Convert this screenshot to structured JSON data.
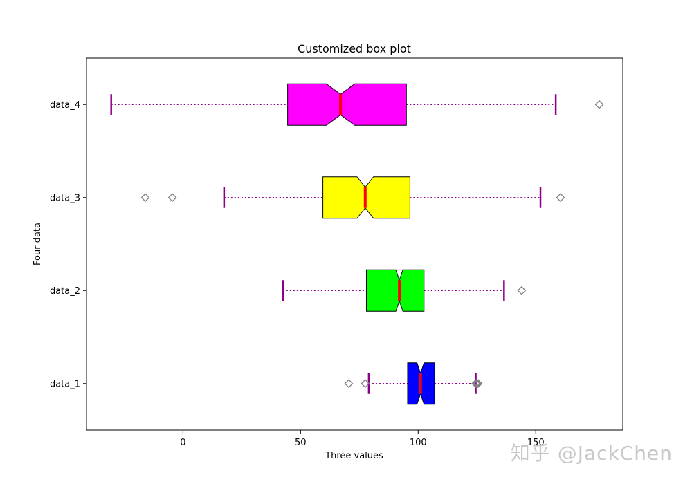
{
  "chart_data": {
    "type": "boxplot",
    "orientation": "horizontal",
    "notched": true,
    "title": "Customized box plot",
    "xlabel": "Three  values",
    "ylabel": "Four  data",
    "xlim": [
      -41,
      187
    ],
    "xticks": [
      0,
      50,
      100,
      150
    ],
    "grid": false,
    "legend": "none",
    "series": [
      {
        "name": "data_1",
        "whisker_low": 79,
        "q1": 95.5,
        "median": 101,
        "q3": 107,
        "whisker_high": 124.5,
        "notch_low": 99.5,
        "notch_high": 102.5,
        "outliers": [
          70.5,
          77.5,
          124.5,
          125,
          125.5
        ],
        "color": "#0000ff"
      },
      {
        "name": "data_2",
        "whisker_low": 42.5,
        "q1": 78,
        "median": 92,
        "q3": 102.5,
        "whisker_high": 136.5,
        "notch_low": 90.5,
        "notch_high": 93.5,
        "outliers": [
          144
        ],
        "color": "#00ff00"
      },
      {
        "name": "data_3",
        "whisker_low": 17.5,
        "q1": 59.5,
        "median": 77.5,
        "q3": 96.5,
        "whisker_high": 152,
        "notch_low": 74,
        "notch_high": 81,
        "outliers": [
          -16,
          -4.5,
          160.5
        ],
        "color": "#ffff00"
      },
      {
        "name": "data_4",
        "whisker_low": -30.5,
        "q1": 44.5,
        "median": 67,
        "q3": 95,
        "whisker_high": 158.5,
        "notch_low": 61,
        "notch_high": 73,
        "outliers": [
          177
        ],
        "color": "#ff00ff"
      }
    ],
    "style": {
      "median_color": "#ff0000",
      "whisker_color": "#8b008b",
      "box_edge_color": "#000000",
      "outlier_color": "#808080"
    }
  },
  "watermark": "知乎 @JackChen"
}
